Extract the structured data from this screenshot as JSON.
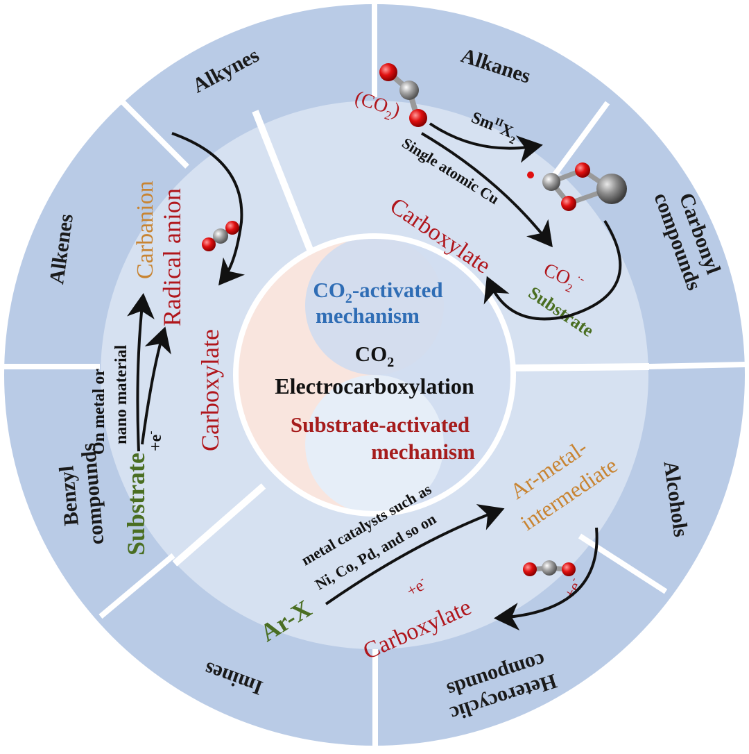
{
  "colors": {
    "outer_ring": "#b9cbe6",
    "middle_ring": "#d6e1f1",
    "inner_disk": "#e3ebf6",
    "divider": "#ffffff",
    "red_text": "#b0161c",
    "orange_text": "#c88432",
    "green_text": "#4a6e22",
    "blue_text": "#2f6db5"
  },
  "outer_labels": {
    "alkanes": "Alkanes",
    "carbonyl_1": "Carbonyl",
    "carbonyl_2": "compounds",
    "alcohols": "Alcohols",
    "heterocyclic_1": "Heterocyclic",
    "heterocyclic_2": "compounds",
    "imines": "Imines",
    "benzyl_1": "Benzyl",
    "benzyl_2": "compounds",
    "alkenes": "Alkenes",
    "alkynes": "Alkynes"
  },
  "center": {
    "co2_activated": "CO",
    "co2_activated_sub": "2",
    "co2_activated_rest": "-activated",
    "mechanism_1": "mechanism",
    "co2": "CO",
    "co2_sub": "2",
    "electro": "Electrocarboxylation",
    "substrate_activated": "Substrate-activated",
    "mechanism_2": "mechanism"
  },
  "top_right": {
    "co2_paren_open": "(CO",
    "co2_paren_sub": "2",
    "co2_paren_close": ")",
    "sm_base": "Sm",
    "sm_sup": "II",
    "sm_x": "X",
    "sm_sub": "2",
    "single_atomic": "Single atomic Cu",
    "carboxylate": "Carboxylate",
    "co2_radical": "CO",
    "co2_radical_sub": "2",
    "co2_radical_sup": "·-",
    "substrate": "Substrate"
  },
  "left": {
    "carbanion": "Carbanion",
    "radical_anion": "Radical anion",
    "carboxylate": "Carboxylate",
    "on_metal": "On metal or",
    "nano_material": "nano material",
    "plus_e": "+e",
    "plus_e_sup": "-",
    "substrate": "Substrate"
  },
  "bottom": {
    "metal_catalysts_1": "metal catalysts such as",
    "metal_catalysts_2": "Ni, Co, Pd, and so on",
    "ar_metal": "Ar-metal-",
    "intermediate": "intermediate",
    "plus_e_left": "+e",
    "plus_e_left_sup": "-",
    "plus_e_right": "+e",
    "plus_e_right_sup": "-",
    "ar_x": "Ar-X",
    "carboxylate": "Carboxylate"
  }
}
